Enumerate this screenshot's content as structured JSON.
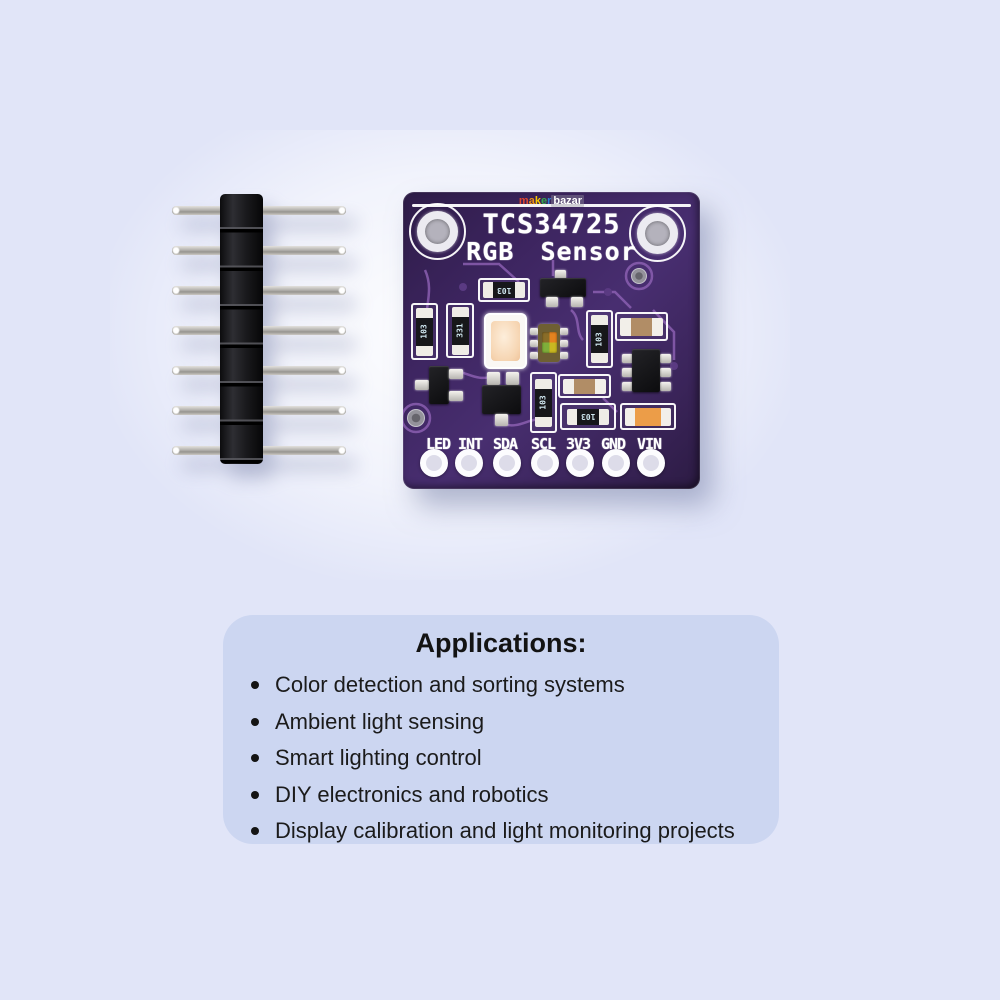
{
  "colors": {
    "page_background": "#e1e5f8",
    "panel_background": "#ccd6f1",
    "board_purple": "#3d2560",
    "trace_purple": "#8f62b5",
    "silkscreen": "#ffffff"
  },
  "watermark": {
    "letters": [
      {
        "ch": "m",
        "style": "color:#e0452e"
      },
      {
        "ch": "a",
        "style": "color:#f0930f"
      },
      {
        "ch": "k",
        "style": "color:#f7c800"
      },
      {
        "ch": "e",
        "style": "color:#35a84c"
      },
      {
        "ch": "r",
        "style": "color:#2b7fd4"
      }
    ],
    "suffix": "bazar"
  },
  "pcb": {
    "title_line1": "TCS34725",
    "title_line2": "RGB Sensor",
    "pin_labels": [
      "LED",
      "INT",
      "SDA",
      "SCL",
      "3V3",
      "GND",
      "VIN"
    ],
    "component_labels": {
      "res_v1": "103",
      "res_v2": "331",
      "res_h_top": "103",
      "res_v3": "103",
      "res_v4": "103",
      "res_h_bottom": "103"
    }
  },
  "pin_header": {
    "pin_count": "7"
  },
  "applications": {
    "title": "Applications:",
    "items": [
      "Color detection and sorting systems",
      "Ambient light sensing",
      "Smart lighting control",
      "DIY electronics and robotics",
      "Display calibration and light monitoring projects"
    ]
  }
}
